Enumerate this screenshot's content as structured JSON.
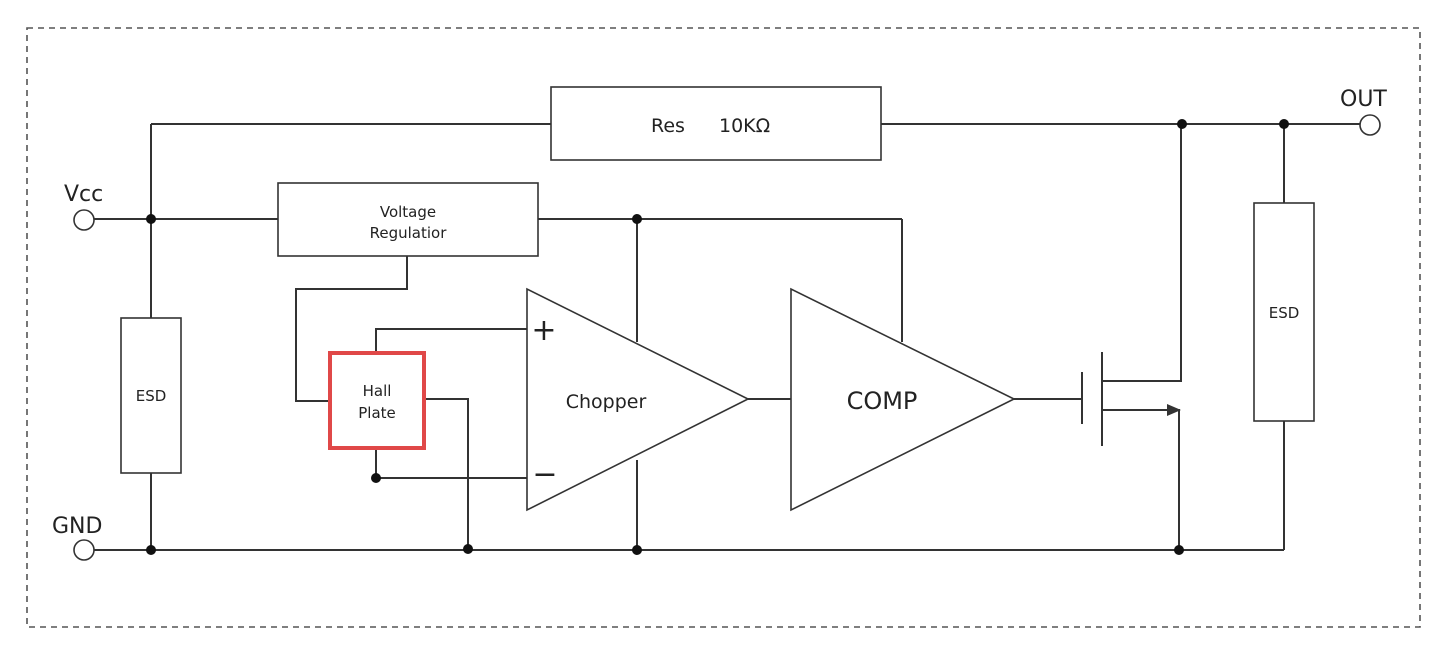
{
  "pins": {
    "vcc": "Vcc",
    "gnd": "GND",
    "out": "OUT"
  },
  "blocks": {
    "res_name": "Res",
    "res_value": "10KΩ",
    "voltage_regulator_line1": "Voltage",
    "voltage_regulator_line2": "Regulatior",
    "esd_left": "ESD",
    "esd_right": "ESD",
    "hall_plate_line1": "Hall",
    "hall_plate_line2": "Plate",
    "chopper": "Chopper",
    "comp": "COMP",
    "plus_sign": "+",
    "minus_sign": "−"
  },
  "colors": {
    "line": "#333333",
    "highlight": "#e04848",
    "border_dashed": "#555555"
  }
}
